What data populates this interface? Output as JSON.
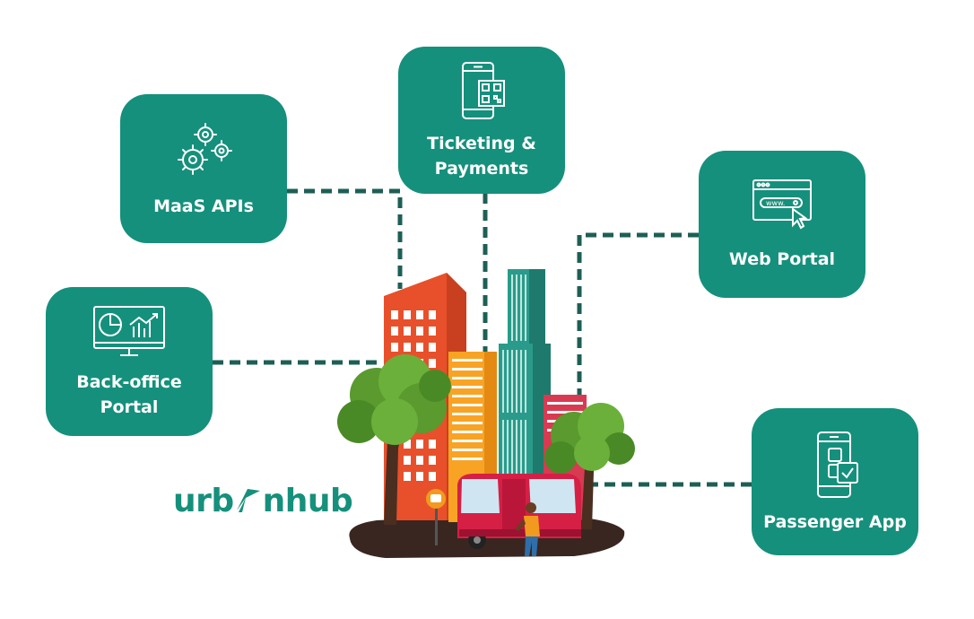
{
  "cards": {
    "maas": {
      "label": "MaaS APIs",
      "icon": "gears-icon"
    },
    "ticketing": {
      "label_line1": "Ticketing &",
      "label_line2": "Payments",
      "icon": "phone-qr-icon"
    },
    "web": {
      "label": "Web Portal",
      "icon": "browser-cursor-icon"
    },
    "backoffice": {
      "label_line1": "Back-office",
      "label_line2": "Portal",
      "icon": "monitor-chart-icon"
    },
    "passenger": {
      "label": "Passenger App",
      "icon": "phone-app-icon"
    }
  },
  "logo": {
    "part1": "urb",
    "part2": "nhub"
  },
  "colors": {
    "card": "#15907c",
    "connector": "#1d5f55",
    "brand": "#15907c"
  }
}
